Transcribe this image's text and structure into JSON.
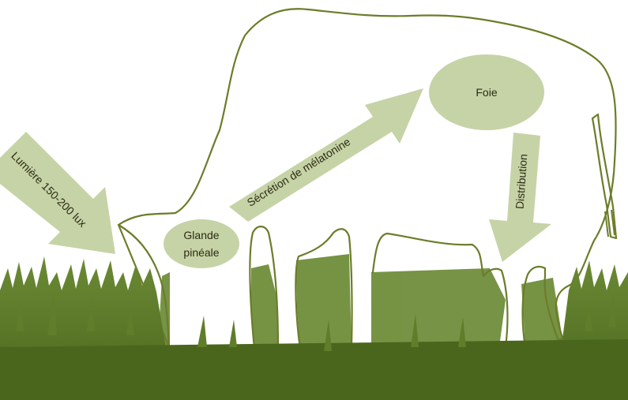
{
  "diagram": {
    "nodes": {
      "glande": {
        "line1": "Glande",
        "line2": "pinéale"
      },
      "foie": {
        "label": "Foie"
      }
    },
    "arrows": {
      "lumiere": "Lumière 150-200 lux",
      "secretion": "Sécrétion de mélatonine",
      "distribution": "Distribution"
    },
    "colors": {
      "outline": "#6b7d2a",
      "grass_dark": "#4f6b1f",
      "grass_mid": "#6b8a35",
      "shape_fill": "#c6d3a6",
      "text": "#2b2b14"
    }
  }
}
